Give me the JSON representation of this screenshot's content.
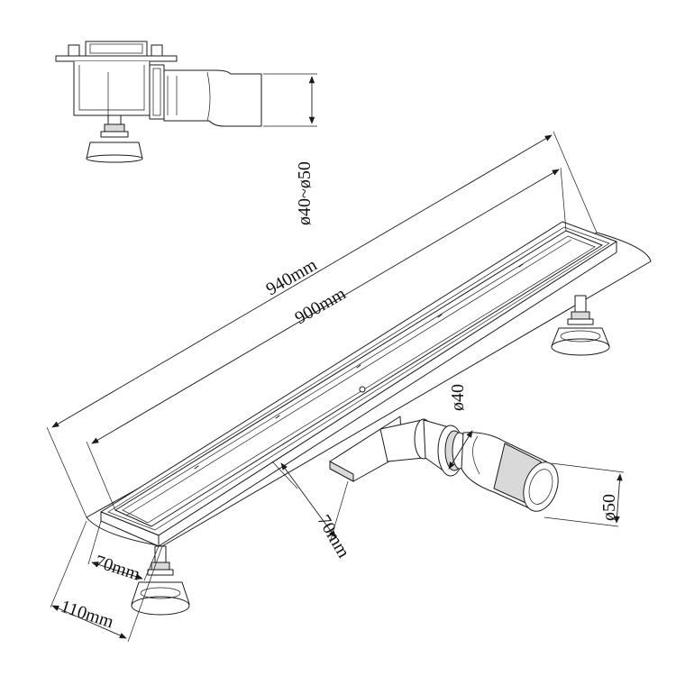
{
  "title": "",
  "colors": {
    "line": "#1a1a1a",
    "background": "#ffffff",
    "shade": "#d9d9d9"
  },
  "dimensions": {
    "outer_length": "940mm",
    "inner_length": "900mm",
    "outer_width": "110mm",
    "inner_width": "70mm",
    "drain_height": "70mm",
    "outlet_diameter": "ø40",
    "pipe_diameter": "ø50",
    "pipe_range": "ø40~ø50"
  }
}
